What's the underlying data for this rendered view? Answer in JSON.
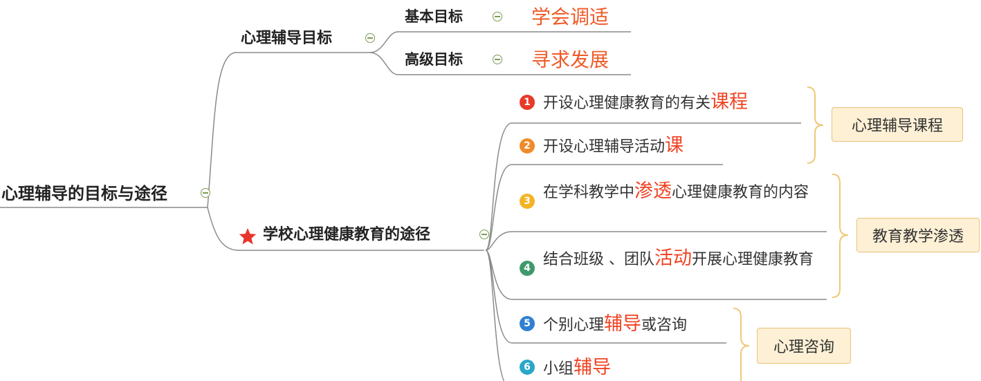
{
  "root": {
    "label": "心理辅导的目标与途径"
  },
  "goals": {
    "label": "心理辅导目标",
    "basic": {
      "label": "基本目标",
      "value": "学会调适"
    },
    "advanced": {
      "label": "高级目标",
      "value": "寻求发展"
    }
  },
  "ways": {
    "label": "学校心理健康教育的途径",
    "star_icon": "star-icon",
    "items": [
      {
        "number": "1",
        "badge_color": "#e8392a",
        "before": "开设心理健康教育的有关",
        "highlight": "课程",
        "after": ""
      },
      {
        "number": "2",
        "badge_color": "#f08a2a",
        "before": "开设心理辅导活动",
        "highlight": "课",
        "after": ""
      },
      {
        "number": "3",
        "badge_color": "#f5b324",
        "before": "在学科教学中",
        "highlight": "渗透",
        "after": "心理健康教育的内容"
      },
      {
        "number": "4",
        "badge_color": "#3f9a6b",
        "before": "结合班级 、团队",
        "highlight": "活动",
        "after": "开展心理健康教育"
      },
      {
        "number": "5",
        "badge_color": "#2f80d1",
        "before": "个别心理",
        "highlight": "辅导",
        "after": "或咨询"
      },
      {
        "number": "6",
        "badge_color": "#2aa6c9",
        "before": "小组",
        "highlight": "辅导",
        "after": ""
      }
    ],
    "groups": [
      {
        "label": "心理辅导课程"
      },
      {
        "label": "教育教学渗透"
      },
      {
        "label": "心理咨询"
      }
    ]
  },
  "colors": {
    "highlight": "#f04323",
    "goal_text": "#f05a28",
    "box_fill": "#fdf0d5",
    "box_border": "#e8c27a",
    "line": "#8a8a8a",
    "brace": "#f0c878"
  }
}
